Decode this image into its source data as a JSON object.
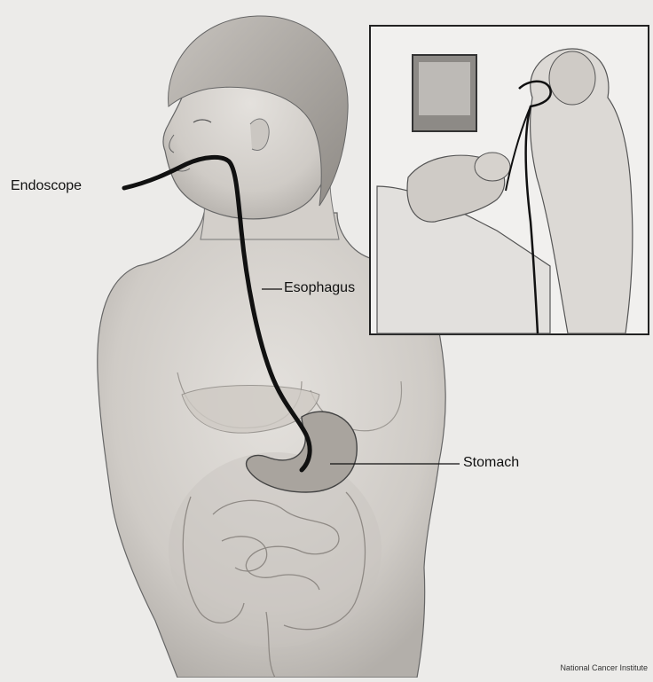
{
  "labels": {
    "endoscope": "Endoscope",
    "esophagus": "Esophagus",
    "stomach": "Stomach"
  },
  "credit": "National Cancer Institute",
  "colors": {
    "background": "#ecebe9",
    "line": "#111111",
    "skin": "#d9d6d2",
    "shadow": "#b9b5b0",
    "organ": "#c9c5c0"
  }
}
